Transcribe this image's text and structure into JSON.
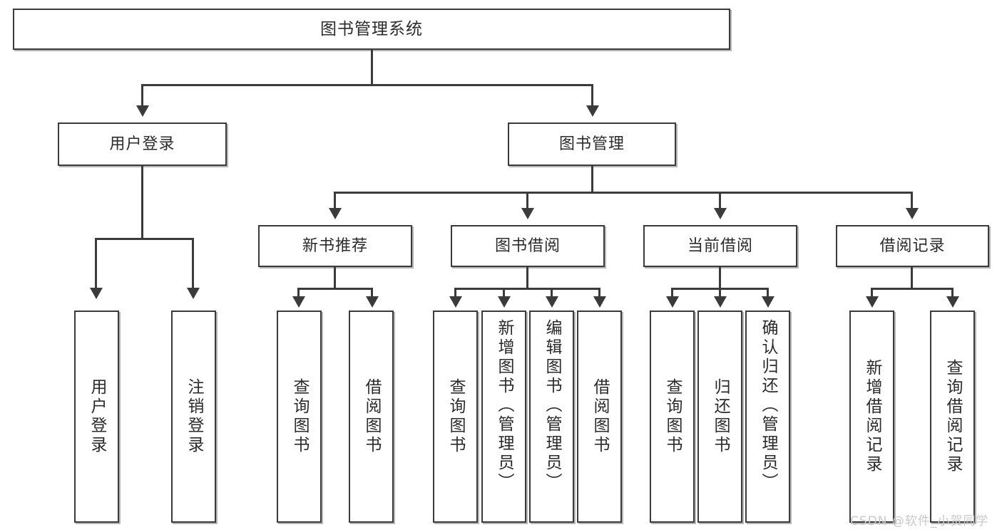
{
  "diagram": {
    "type": "tree-hierarchy-chart",
    "root": {
      "label": "图书管理系统"
    },
    "level2": [
      {
        "label": "用户登录"
      },
      {
        "label": "图书管理"
      }
    ],
    "level3": [
      {
        "label": "新书推荐"
      },
      {
        "label": "图书借阅"
      },
      {
        "label": "当前借阅"
      },
      {
        "label": "借阅记录"
      }
    ],
    "leaves": {
      "user_login": [
        {
          "label": "用户登录"
        },
        {
          "label": "注销登录"
        }
      ],
      "new_book_recommend": [
        {
          "label": "查询图书"
        },
        {
          "label": "借阅图书"
        }
      ],
      "book_borrow": [
        {
          "label": "查询图书"
        },
        {
          "label": "新增图书（管理员）"
        },
        {
          "label": "编辑图书（管理员）"
        },
        {
          "label": "借阅图书"
        }
      ],
      "current_borrow": [
        {
          "label": "查询图书"
        },
        {
          "label": "归还图书"
        },
        {
          "label": "确认归还（管理员）"
        }
      ],
      "borrow_record": [
        {
          "label": "新增借阅记录"
        },
        {
          "label": "查询借阅记录"
        }
      ]
    }
  },
  "watermark": {
    "text": "CSDN @软件_小贺同学"
  },
  "colors": {
    "stroke": "#3b3b3b",
    "fill": "#ffffff",
    "text": "#2b2b2b",
    "watermark": "#c9c9c9"
  }
}
